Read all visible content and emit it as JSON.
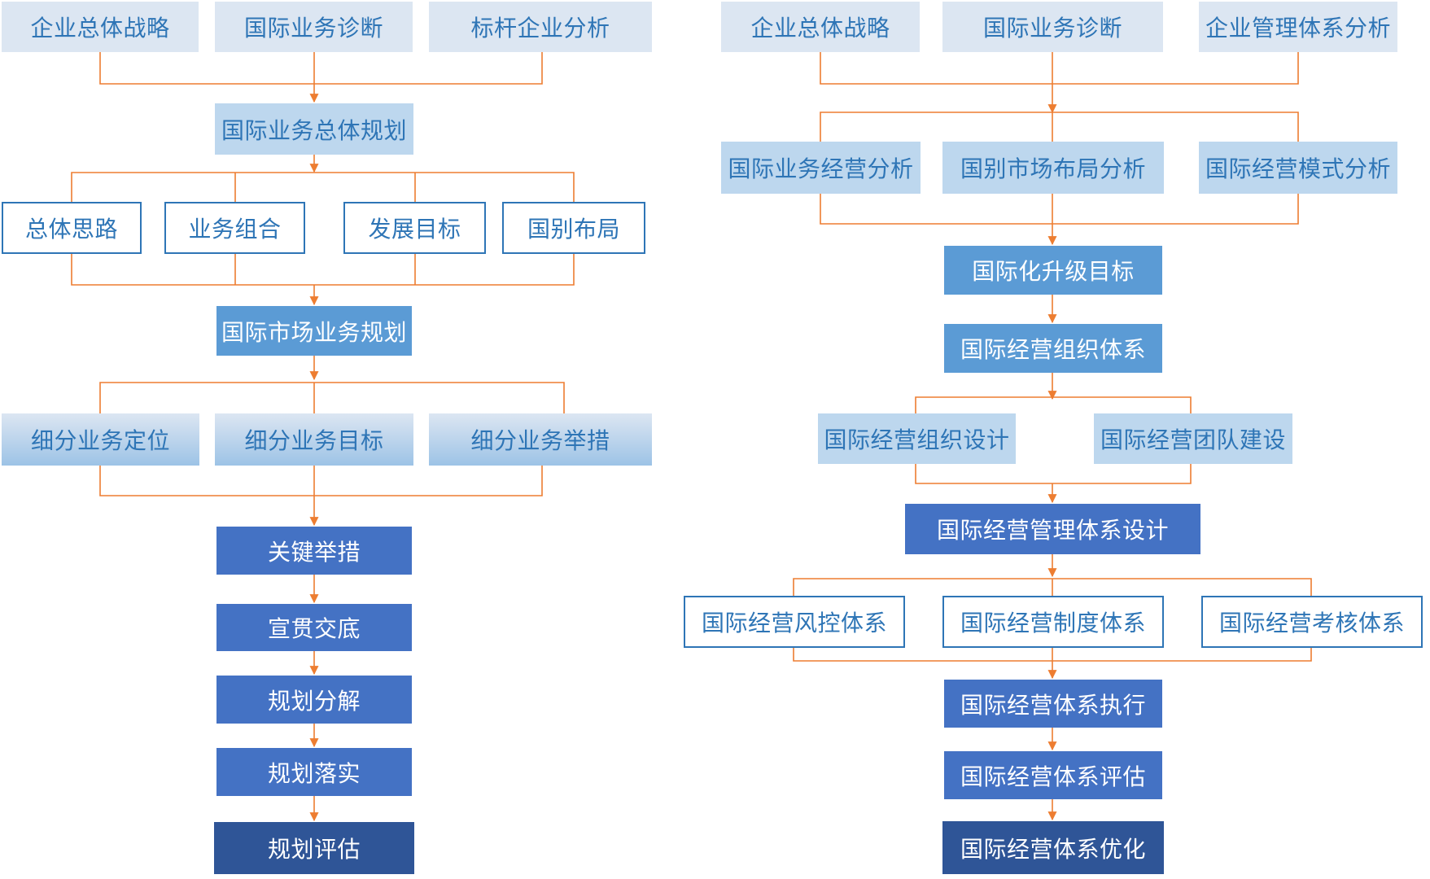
{
  "colors": {
    "connector": "#ed7d31",
    "light_box": "#dce6f2",
    "mid_box": "#bdd7ee",
    "medium_blue": "#5b9bd5",
    "blue": "#4472c4",
    "dark_blue": "#2f5597",
    "outline_text": "#2e75b6"
  },
  "left": {
    "inputs": [
      "企业总体战略",
      "国际业务诊断",
      "标杆企业分析"
    ],
    "overall_plan": "国际业务总体规划",
    "elements": [
      "总体思路",
      "业务组合",
      "发展目标",
      "国别布局"
    ],
    "market_plan": "国际市场业务规划",
    "segments": [
      "细分业务定位",
      "细分业务目标",
      "细分业务举措"
    ],
    "steps": [
      "关键举措",
      "宣贯交底",
      "规划分解",
      "规划落实",
      "规划评估"
    ]
  },
  "right": {
    "inputs": [
      "企业总体战略",
      "国际业务诊断",
      "企业管理体系分析"
    ],
    "analyses": [
      "国际业务经营分析",
      "国别市场布局分析",
      "国际经营模式分析"
    ],
    "goal": "国际化升级目标",
    "org_system": "国际经营组织体系",
    "org_parts": [
      "国际经营组织设计",
      "国际经营团队建设"
    ],
    "mgmt_design": "国际经营管理体系设计",
    "subsystems": [
      "国际经营风控体系",
      "国际经营制度体系",
      "国际经营考核体系"
    ],
    "steps": [
      "国际经营体系执行",
      "国际经营体系评估",
      "国际经营体系优化"
    ]
  }
}
